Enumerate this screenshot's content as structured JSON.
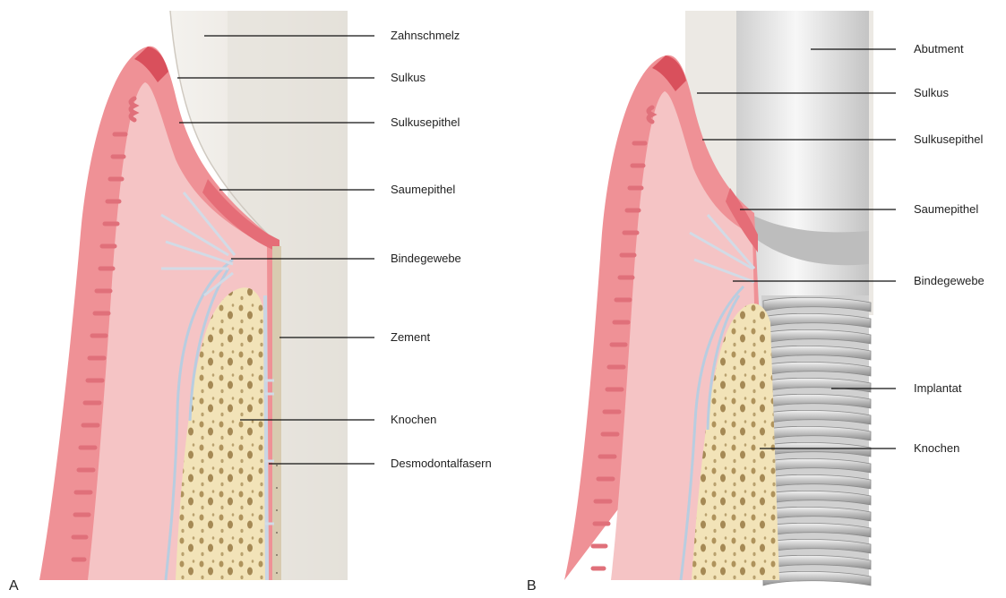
{
  "panel_a": {
    "letter": "A",
    "labels": [
      "Zahnschmelz",
      "Sulkus",
      "Sulkusepithel",
      "Saumepithel",
      "Bindegewebe",
      "Zement",
      "Knochen",
      "Desmodontalfasern"
    ]
  },
  "panel_b": {
    "letter": "B",
    "labels": [
      "Abutment",
      "Sulkus",
      "Sulkusepithel",
      "Saumepithel",
      "Bindegewebe",
      "Implantat",
      "Knochen"
    ]
  },
  "colors": {
    "gingiva": "#ee8f95",
    "gingiva_light": "#f6c6c7",
    "gingiva_dark": "#d8515c",
    "bone": "#f2e3b8",
    "bone_pore": "#9c7f4a",
    "tooth": "#eeebe6",
    "titanium": "#d9d9d9",
    "fiber": "#c9d6e4"
  }
}
